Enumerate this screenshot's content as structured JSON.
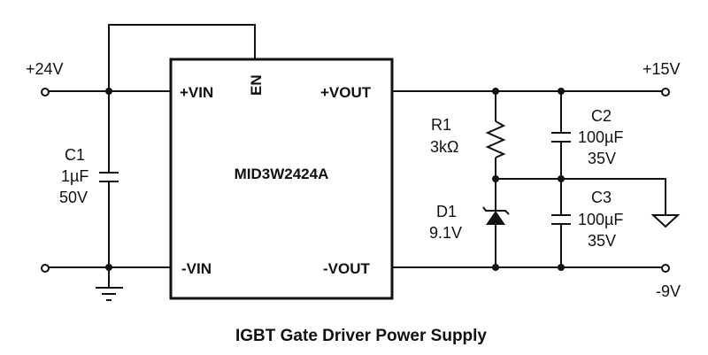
{
  "title": "IGBT Gate Driver Power Supply",
  "module": {
    "part_number": "MID3W2424A",
    "pins": {
      "vin_pos": "+VIN",
      "vin_neg": "-VIN",
      "vout_pos": "+VOUT",
      "vout_neg": "-VOUT",
      "enable": "EN"
    }
  },
  "terminals": {
    "input_pos": "+24V",
    "output_pos": "+15V",
    "output_neg": "-9V"
  },
  "components": {
    "c1": {
      "ref": "C1",
      "value": "1µF",
      "rating": "50V"
    },
    "r1": {
      "ref": "R1",
      "value": "3kΩ"
    },
    "c2": {
      "ref": "C2",
      "value": "100µF",
      "rating": "35V"
    },
    "c3": {
      "ref": "C3",
      "value": "100µF",
      "rating": "35V"
    },
    "d1": {
      "ref": "D1",
      "value": "9.1V"
    }
  }
}
